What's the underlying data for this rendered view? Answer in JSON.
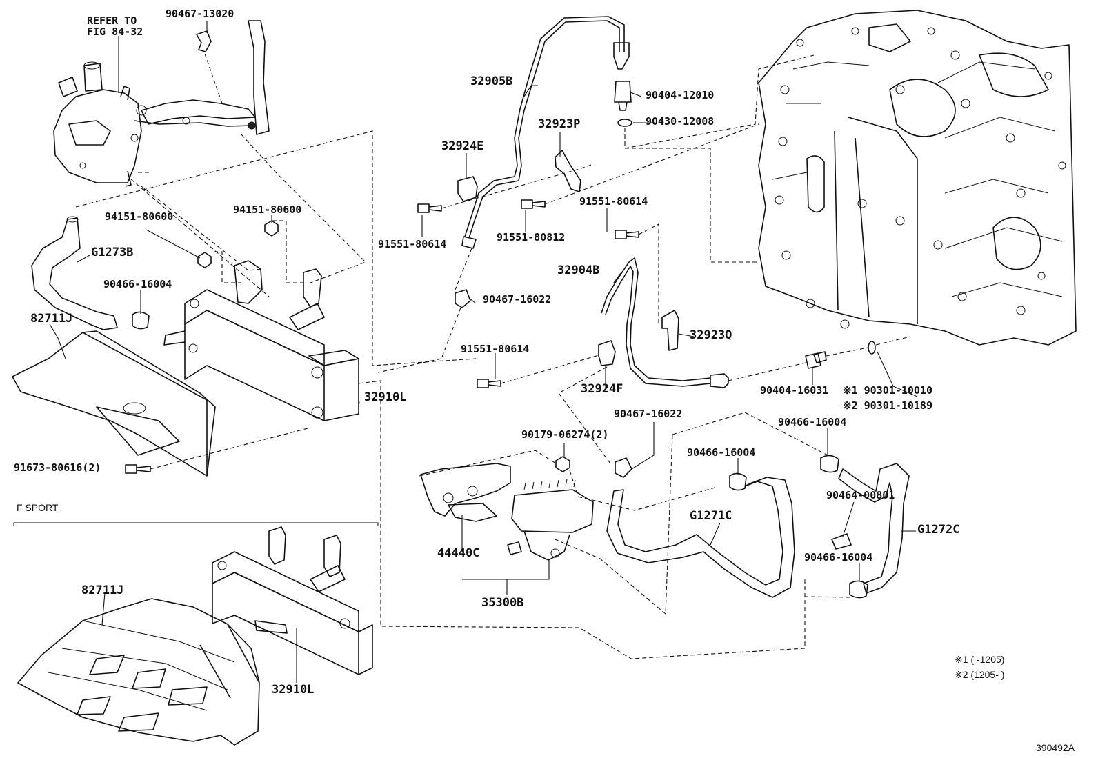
{
  "diagram": {
    "refer_note": [
      "REFER TO",
      "FIG 84-32"
    ],
    "section_title": "F SPORT",
    "footnotes": [
      "※1 (      -1205)",
      "※2 (1205-      )"
    ],
    "illustration_id": "390492A",
    "parts": {
      "p_90467_13020": "90467-13020",
      "p_32905B": "32905B",
      "p_90404_12010": "90404-12010",
      "p_90430_12008": "90430-12008",
      "p_32923P": "32923P",
      "p_32924E": "32924E",
      "p_91551_80614_a": "91551-80614",
      "p_91551_80812": "91551-80812",
      "p_91551_80614_b": "91551-80614",
      "p_94151_80600_a": "94151-80600",
      "p_94151_80600_b": "94151-80600",
      "p_G1273B": "G1273B",
      "p_32904B": "32904B",
      "p_90466_16004_a": "90466-16004",
      "p_90467_16022_a": "90467-16022",
      "p_82711J_a": "82711J",
      "p_32923Q": "32923Q",
      "p_91551_80614_c": "91551-80614",
      "p_32924F": "32924F",
      "p_90404_16031": "90404-16031",
      "p_90301_10010": "※1 90301-10010",
      "p_90301_10189": "※2 90301-10189",
      "p_32910L_a": "32910L",
      "p_90467_16022_b": "90467-16022",
      "p_90466_16004_b": "90466-16004",
      "p_90179_06274": "90179-06274(2)",
      "p_90466_16004_c": "90466-16004",
      "p_91673_80616": "91673-80616(2)",
      "p_90464_00801": "90464-00801",
      "p_G1271C": "G1271C",
      "p_G1272C": "G1272C",
      "p_44440C": "44440C",
      "p_90466_16004_d": "90466-16004",
      "p_35300B": "35300B",
      "p_82711J_b": "82711J",
      "p_32910L_b": "32910L"
    }
  }
}
